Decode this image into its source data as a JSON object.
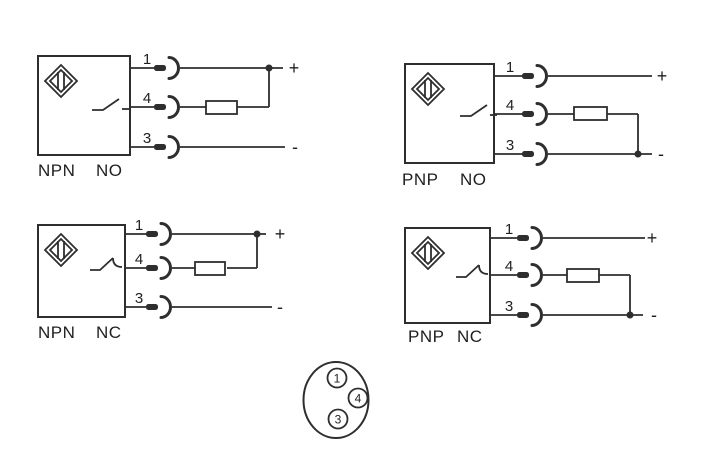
{
  "colors": {
    "background": "#ffffff",
    "line": "#2e2e2e",
    "text": "#1f1f1f"
  },
  "diagrams": [
    {
      "transistor_type": "NPN",
      "contact_type": "NO",
      "pin_top": "1",
      "pin_middle": "4",
      "pin_bottom": "3",
      "positive_label": "+",
      "negative_label": "-"
    },
    {
      "transistor_type": "PNP",
      "contact_type": "NO",
      "pin_top": "1",
      "pin_middle": "4",
      "pin_bottom": "3",
      "positive_label": "+",
      "negative_label": "-"
    },
    {
      "transistor_type": "NPN",
      "contact_type": "NC",
      "pin_top": "1",
      "pin_middle": "4",
      "pin_bottom": "3",
      "positive_label": "+",
      "negative_label": "-"
    },
    {
      "transistor_type": "PNP",
      "contact_type": "NC",
      "pin_top": "1",
      "pin_middle": "4",
      "pin_bottom": "3",
      "positive_label": "+",
      "negative_label": "-"
    }
  ],
  "connector_face": {
    "pin_top": "1",
    "pin_right": "4",
    "pin_bottom": "3"
  }
}
